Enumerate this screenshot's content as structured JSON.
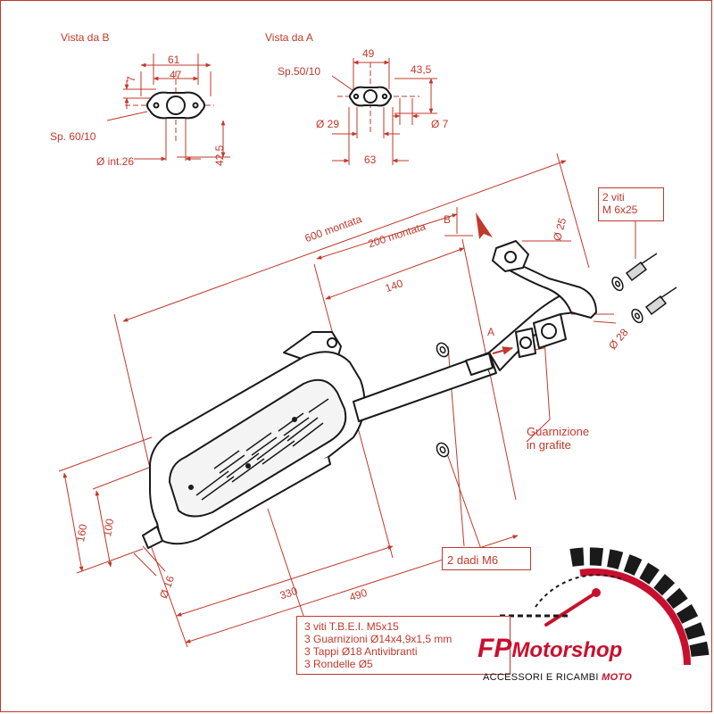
{
  "colors": {
    "dimension": "#c0392b",
    "part": "#1a1a1a",
    "brand_red": "#c8102e"
  },
  "view_b": {
    "title": "Vista da    B",
    "dim_61": "61",
    "dim_47": "47",
    "dim_7": "7",
    "dim_42_5": "42,5",
    "thickness": "Sp. 60/10",
    "inner_diameter": "Ø int.26"
  },
  "view_a": {
    "title": "Vista da    A",
    "thickness": "Sp.50/10",
    "dim_49": "49",
    "dim_43_5": "43,5",
    "dim_29": "Ø 29",
    "dim_7": "Ø 7",
    "dim_63": "63"
  },
  "main": {
    "dim_600": "600 montata",
    "dim_200": "200 montata",
    "marker_b": "B",
    "dim_140": "140",
    "marker_a": "A",
    "dim_25": "Ø 25",
    "dim_28": "Ø 28",
    "dim_160": "160",
    "dim_100": "100",
    "dim_16": "Ø 16",
    "dim_330": "330",
    "dim_490": "490"
  },
  "callouts": {
    "screws_line1": "2 viti",
    "screws_line2": "M 6x25",
    "gasket_line1": "Guarnizione",
    "gasket_line2": "in grafite",
    "nuts": "2 dadi M6",
    "kit_lines": [
      "3 viti T.B.E.I. M5x15",
      "3 Guarnizioni Ø14x4,9x1,5 mm",
      "3 Tappi Ø18 Antivibranti",
      "3 Rondelle Ø5"
    ]
  },
  "logo": {
    "brand_fp": "FP",
    "brand_rest": "Motorshop",
    "tagline": "ACCESSORI E RICAMBI",
    "tagline_moto": "MOTO"
  }
}
